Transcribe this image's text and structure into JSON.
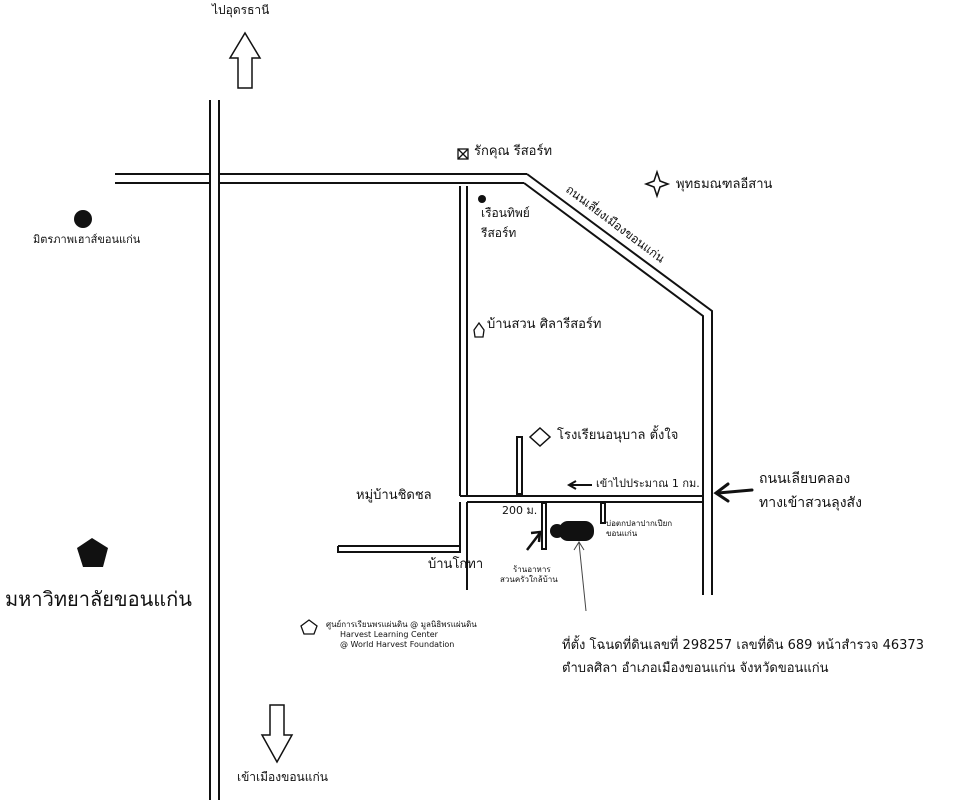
{
  "directions": {
    "north": "ไปอุดรธานี",
    "south": "เข้าเมืองขอนแก่น"
  },
  "roads": {
    "diagonal": "ถนนเลี่ยงเมืองขอนแก่น",
    "side_road": [
      "ถนนเลียบคลอง",
      "ทางเข้าสวนลุงสัง"
    ],
    "approx_distance": "เข้าไปประมาณ 1 กม.",
    "short_distance": "200 ม."
  },
  "places": {
    "rakkhun": "รักคุณ รีสอร์ท",
    "phutthamonthon": "พุทธมณฑลอีสาน",
    "mittraphap": "มิตรภาพเฮาส์ขอนแก่น",
    "rueanthip": [
      "เรือนทิพย์",
      "รีสอร์ท"
    ],
    "baansuan": "บ้านสวน ศิลารีสอร์ท",
    "school": "โรงเรียนอนุบาล ตั้งใจ",
    "moobaan": "หมู่บ้านชิดชล",
    "baankotha": "บ้านโกทา",
    "university": "มหาวิทยาลัยขอนแก่น",
    "fishpond": [
      "บ่อตกปลาปากเปียก",
      "ขอนแก่น"
    ],
    "restaurant": [
      "ร้านอาหาร",
      "สวนครัวใกล้บ้าน"
    ],
    "harvest": [
      "ศูนย์การเรียนพรแผ่นดิน @ มูลนิธิพรแผ่นดิน",
      "Harvest Learning Center",
      "@ World Harvest Foundation"
    ]
  },
  "address": [
    "ที่ตั้ง โฉนดที่ดินเลขที่ 298257 เลขที่ดิน 689 หน้าสำรวจ 46373",
    "ตำบลศิลา อำเภอเมืองขอนแก่น จังหวัดขอนแก่น"
  ]
}
